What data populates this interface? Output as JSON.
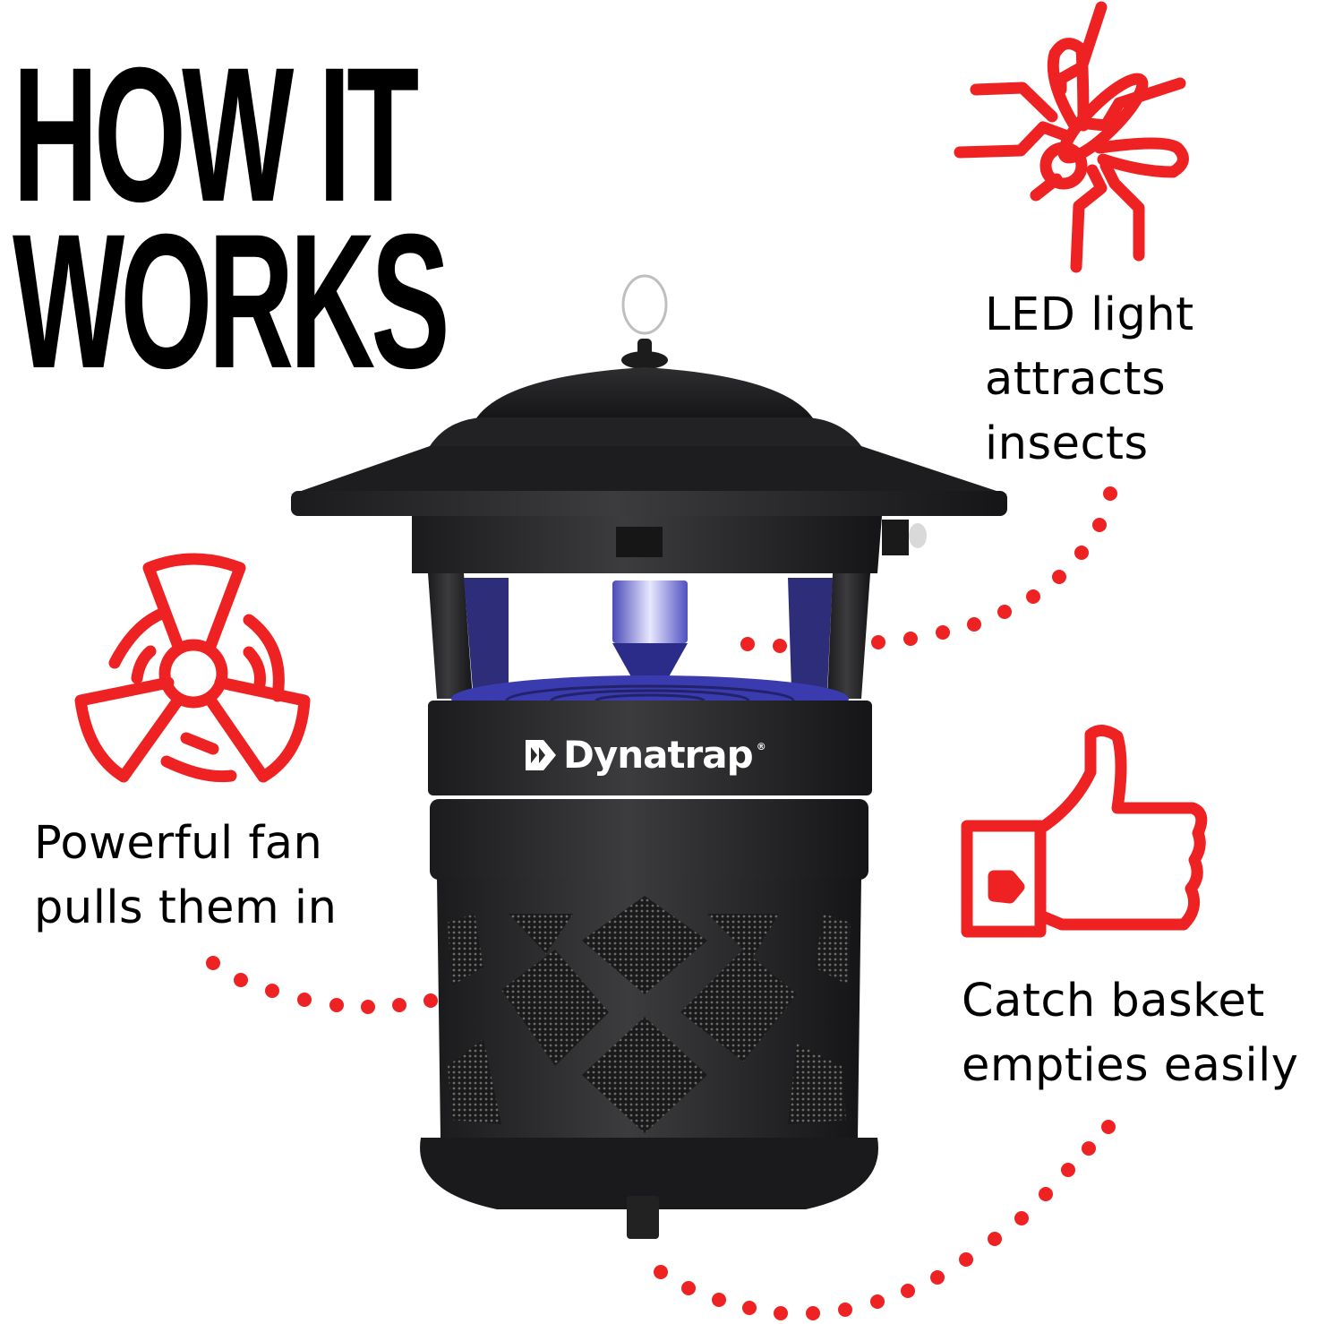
{
  "headline": {
    "line1": "HOW IT",
    "line2": "WORKS"
  },
  "features": [
    {
      "id": "led",
      "icon": "mosquito-icon",
      "lines": [
        "LED light",
        "attracts",
        "insects"
      ]
    },
    {
      "id": "fan",
      "icon": "fan-icon",
      "lines": [
        "Powerful fan",
        "pulls them in"
      ]
    },
    {
      "id": "basket",
      "icon": "thumbs-up-icon",
      "lines": [
        "Catch basket",
        "empties easily"
      ]
    }
  ],
  "product": {
    "brand": "Dynatrap",
    "registered_mark": "®",
    "logo_icon": "dynatrap-chevron-icon"
  },
  "colors": {
    "accent": "#ee2222",
    "text": "#000000",
    "product_body": "#2b2b2d",
    "uv_panel": "#2a2a7a",
    "background": "#ffffff"
  }
}
